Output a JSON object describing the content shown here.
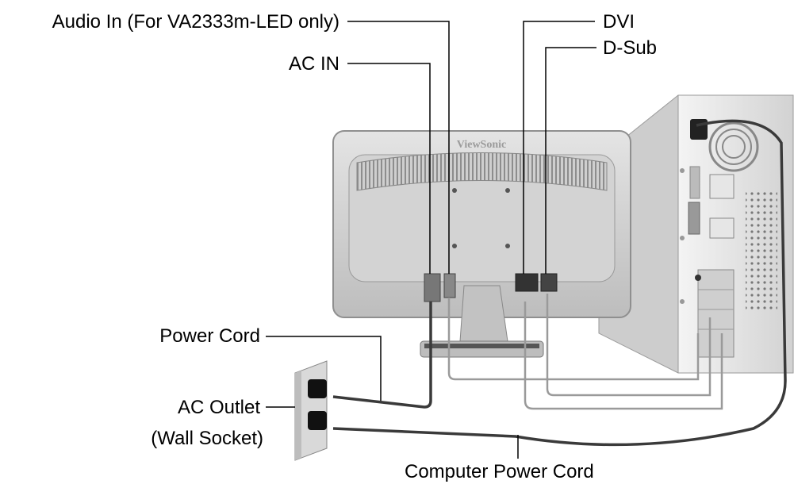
{
  "labels": {
    "audio_in": "Audio In (For VA2333m-LED only)",
    "ac_in": "AC IN",
    "dvi": "DVI",
    "d_sub": "D-Sub",
    "power_cord": "Power Cord",
    "ac_outlet": "AC Outlet",
    "wall_socket": "(Wall Socket)",
    "computer_power_cord": "Computer Power Cord"
  },
  "monitor": {
    "brand": "ViewSonic"
  },
  "colors": {
    "cable": "#3a3a3a",
    "gray_cable": "#9a9a9a",
    "monitor_body": "#c9c9c9",
    "pc_case": "#d8d8d8"
  }
}
